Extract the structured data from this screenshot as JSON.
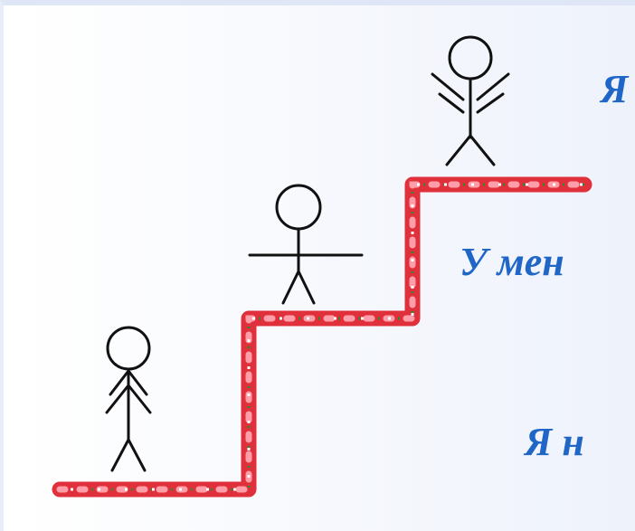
{
  "slide": {
    "captions": {
      "top": "Я",
      "middle": "У мен",
      "bottom": "Я н"
    },
    "icons": [
      "stick-figure-icon",
      "stick-figure-icon",
      "stick-figure-icon"
    ],
    "colors": {
      "caption": "#1f66c6",
      "stair_main": "#e0303c",
      "stair_light": "#ff9ea8",
      "stair_leaf": "#2d8a2d",
      "figure_line": "#111111"
    }
  }
}
